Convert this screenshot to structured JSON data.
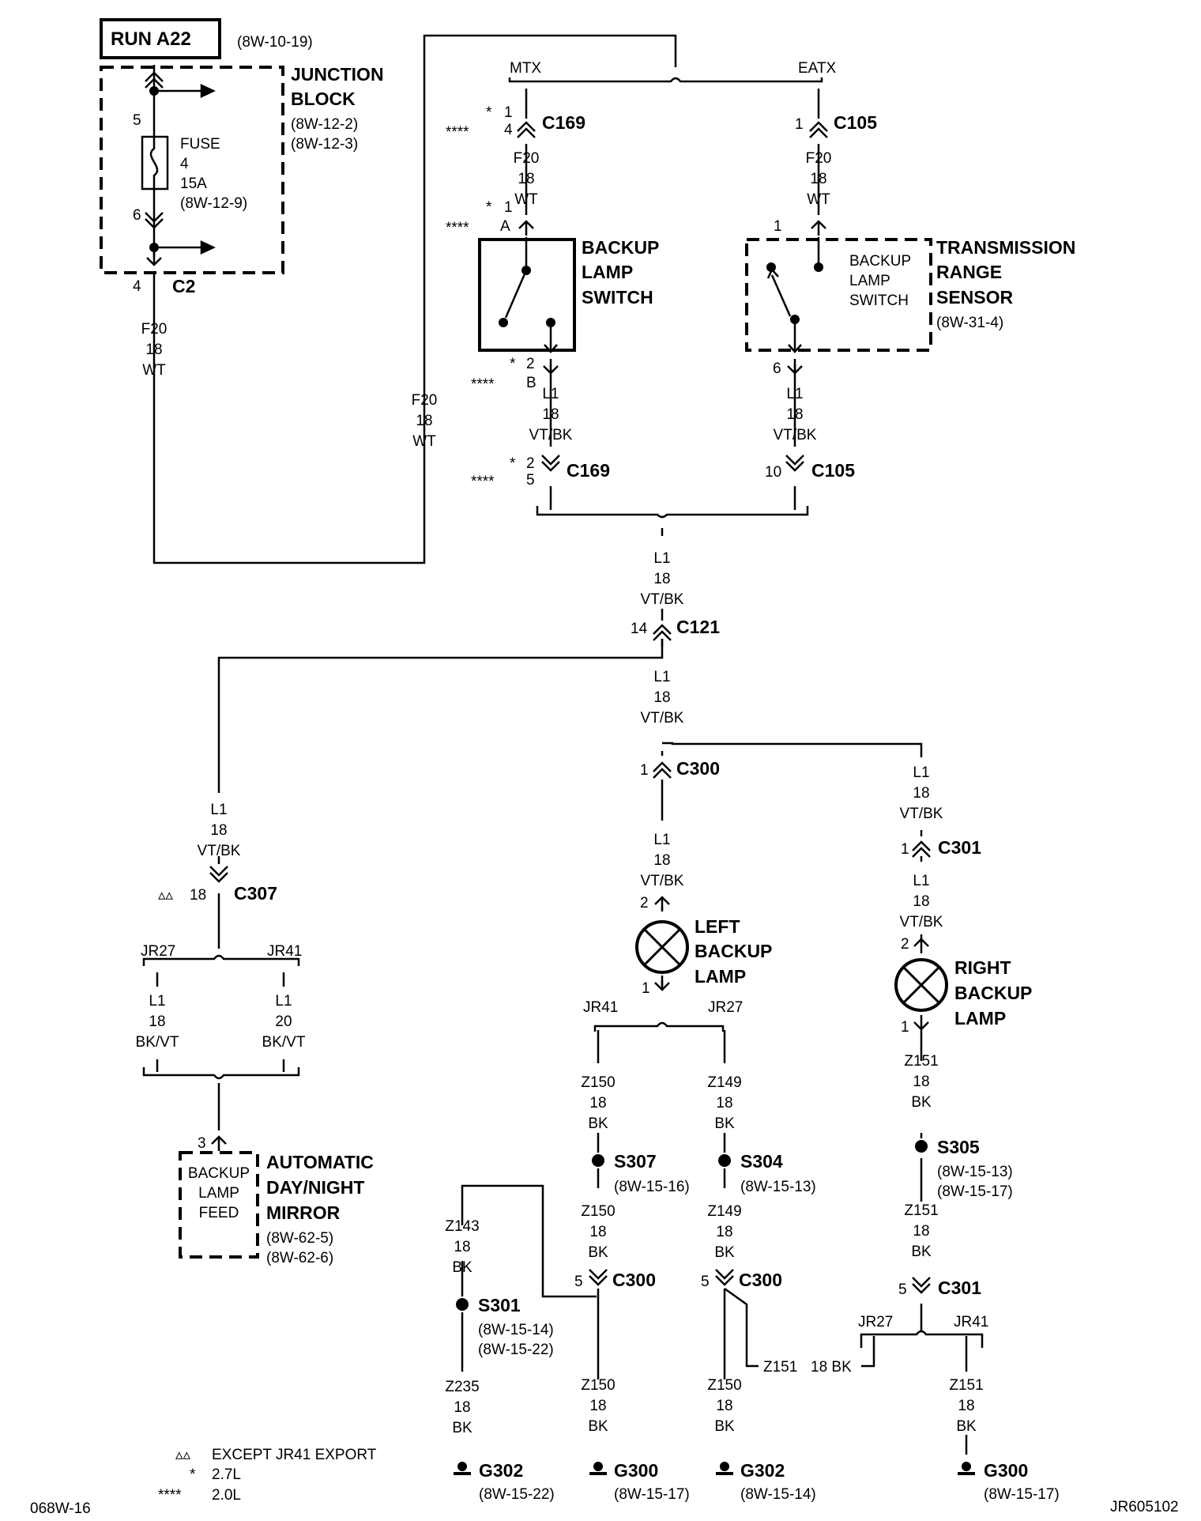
{
  "run_label": "RUN A22",
  "run_ref": "(8W-10-19)",
  "junction_block": {
    "l1": "JUNCTION",
    "l2": "BLOCK",
    "ref1": "(8W-12-2)",
    "ref2": "(8W-12-3)"
  },
  "fuse": {
    "label": "FUSE",
    "num": "4",
    "amp": "15A",
    "ref": "(8W-12-9)",
    "pin_in": "5",
    "pin_out": "6"
  },
  "c2": {
    "pin": "4",
    "name": "C2"
  },
  "wire_f20": {
    "circuit": "F20",
    "gauge": "18",
    "color": "WT"
  },
  "wire_l1_vtbk": {
    "circuit": "L1",
    "gauge": "18",
    "color": "VT/BK"
  },
  "mtx": "MTX",
  "eatx": "EATX",
  "star1": "*",
  "star4": "****",
  "tri2": "▵▵",
  "c169": {
    "name": "C169",
    "pin_a_std": "1",
    "pin_a_alt": "4",
    "pin_b_std": "2",
    "pin_b_alt": "5"
  },
  "c105": {
    "name": "C105",
    "pin_top": "1",
    "pin_bot": "10"
  },
  "mtx_switch": {
    "l1": "BACKUP",
    "l2": "LAMP",
    "l3": "SWITCH",
    "pin_a_std": "1",
    "pin_a_alt": "A",
    "pin_b_std": "2",
    "pin_b_alt": "B"
  },
  "trs": {
    "l1": "TRANSMISSION",
    "l2": "RANGE",
    "l3": "SENSOR",
    "ref": "(8W-31-4)",
    "in1": "BACKUP",
    "in2": "LAMP",
    "in3": "SWITCH",
    "pin_in": "1",
    "pin_out": "6"
  },
  "c121": {
    "pin": "14",
    "name": "C121"
  },
  "c300": {
    "name": "C300",
    "pin_top": "1",
    "pin_5": "5"
  },
  "c301": {
    "name": "C301",
    "pin_top": "1",
    "pin_5": "5"
  },
  "c307": {
    "pin": "18",
    "name": "C307"
  },
  "jr27": "JR27",
  "jr41": "JR41",
  "mirror_wire_a": {
    "circuit": "L1",
    "gauge": "18",
    "color": "BK/VT"
  },
  "mirror_wire_b": {
    "circuit": "L1",
    "gauge": "20",
    "color": "BK/VT"
  },
  "mirror": {
    "pin": "3",
    "in1": "BACKUP",
    "in2": "LAMP",
    "in3": "FEED",
    "l1": "AUTOMATIC",
    "l2": "DAY/NIGHT",
    "l3": "MIRROR",
    "ref1": "(8W-62-5)",
    "ref2": "(8W-62-6)"
  },
  "left_lamp": {
    "l1": "LEFT",
    "l2": "BACKUP",
    "l3": "LAMP",
    "pin_in": "2",
    "pin_out": "1"
  },
  "right_lamp": {
    "l1": "RIGHT",
    "l2": "BACKUP",
    "l3": "LAMP",
    "pin_in": "2",
    "pin_out": "1"
  },
  "z150": {
    "circuit": "Z150",
    "gauge": "18",
    "color": "BK"
  },
  "z149": {
    "circuit": "Z149",
    "gauge": "18",
    "color": "BK"
  },
  "z151": {
    "circuit": "Z151",
    "gauge": "18",
    "color": "BK"
  },
  "z143": {
    "circuit": "Z143",
    "gauge": "18",
    "color": "BK"
  },
  "z235": {
    "circuit": "Z235",
    "gauge": "18",
    "color": "BK"
  },
  "z151_tag": "Z151",
  "bk18_tag": "18 BK",
  "s307": {
    "name": "S307",
    "ref": "(8W-15-16)"
  },
  "s304": {
    "name": "S304",
    "ref": "(8W-15-13)"
  },
  "s305": {
    "name": "S305",
    "ref1": "(8W-15-13)",
    "ref2": "(8W-15-17)"
  },
  "s301": {
    "name": "S301",
    "ref1": "(8W-15-14)",
    "ref2": "(8W-15-22)"
  },
  "g302a": {
    "name": "G302",
    "ref": "(8W-15-22)"
  },
  "g300a": {
    "name": "G300",
    "ref": "(8W-15-17)"
  },
  "g302b": {
    "name": "G302",
    "ref": "(8W-15-14)"
  },
  "g300b": {
    "name": "G300",
    "ref": "(8W-15-17)"
  },
  "legend": {
    "tri_text": "EXCEPT JR41 EXPORT",
    "star_text": "2.7L",
    "star4_text": "2.0L"
  },
  "footer_left": "068W-16",
  "footer_right": "JR605102"
}
